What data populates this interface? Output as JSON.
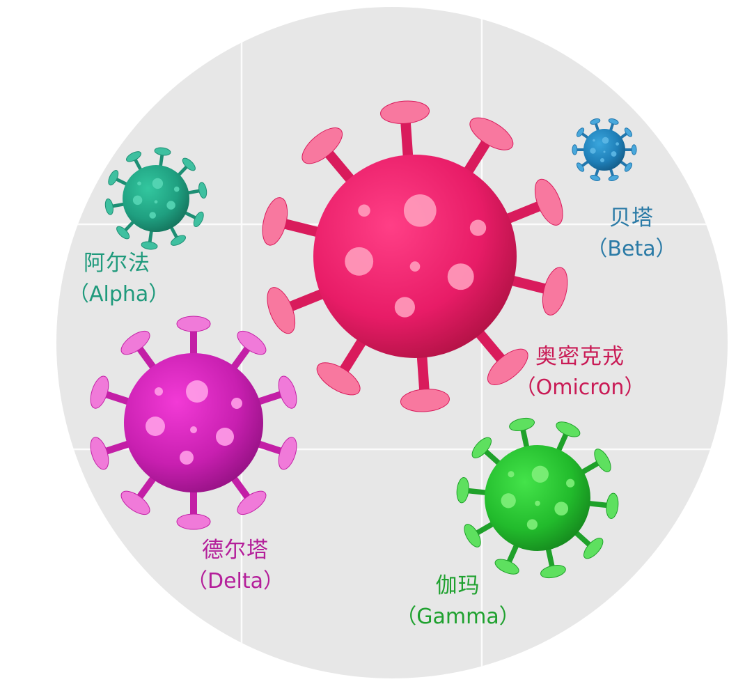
{
  "colors": {
    "background_disc": "#e7e7e7",
    "grid_line": "#ffffff",
    "alpha": "#1f9a7c",
    "beta": "#2a7aa6",
    "omicron": "#c91a55",
    "delta": "#b41e9a",
    "gamma": "#1fa12f"
  },
  "variants": [
    {
      "id": "alpha",
      "name_cn": "阿尔法",
      "name_en": "（Alpha）",
      "icon": "virus-icon"
    },
    {
      "id": "beta",
      "name_cn": "贝塔",
      "name_en": "（Beta）",
      "icon": "virus-icon"
    },
    {
      "id": "omicron",
      "name_cn": "奥密克戎",
      "name_en": "（Omicron）",
      "icon": "virus-icon"
    },
    {
      "id": "delta",
      "name_cn": "德尔塔",
      "name_en": "（Delta）",
      "icon": "virus-icon"
    },
    {
      "id": "gamma",
      "name_cn": "伽玛",
      "name_en": "（Gamma）",
      "icon": "virus-icon"
    }
  ]
}
